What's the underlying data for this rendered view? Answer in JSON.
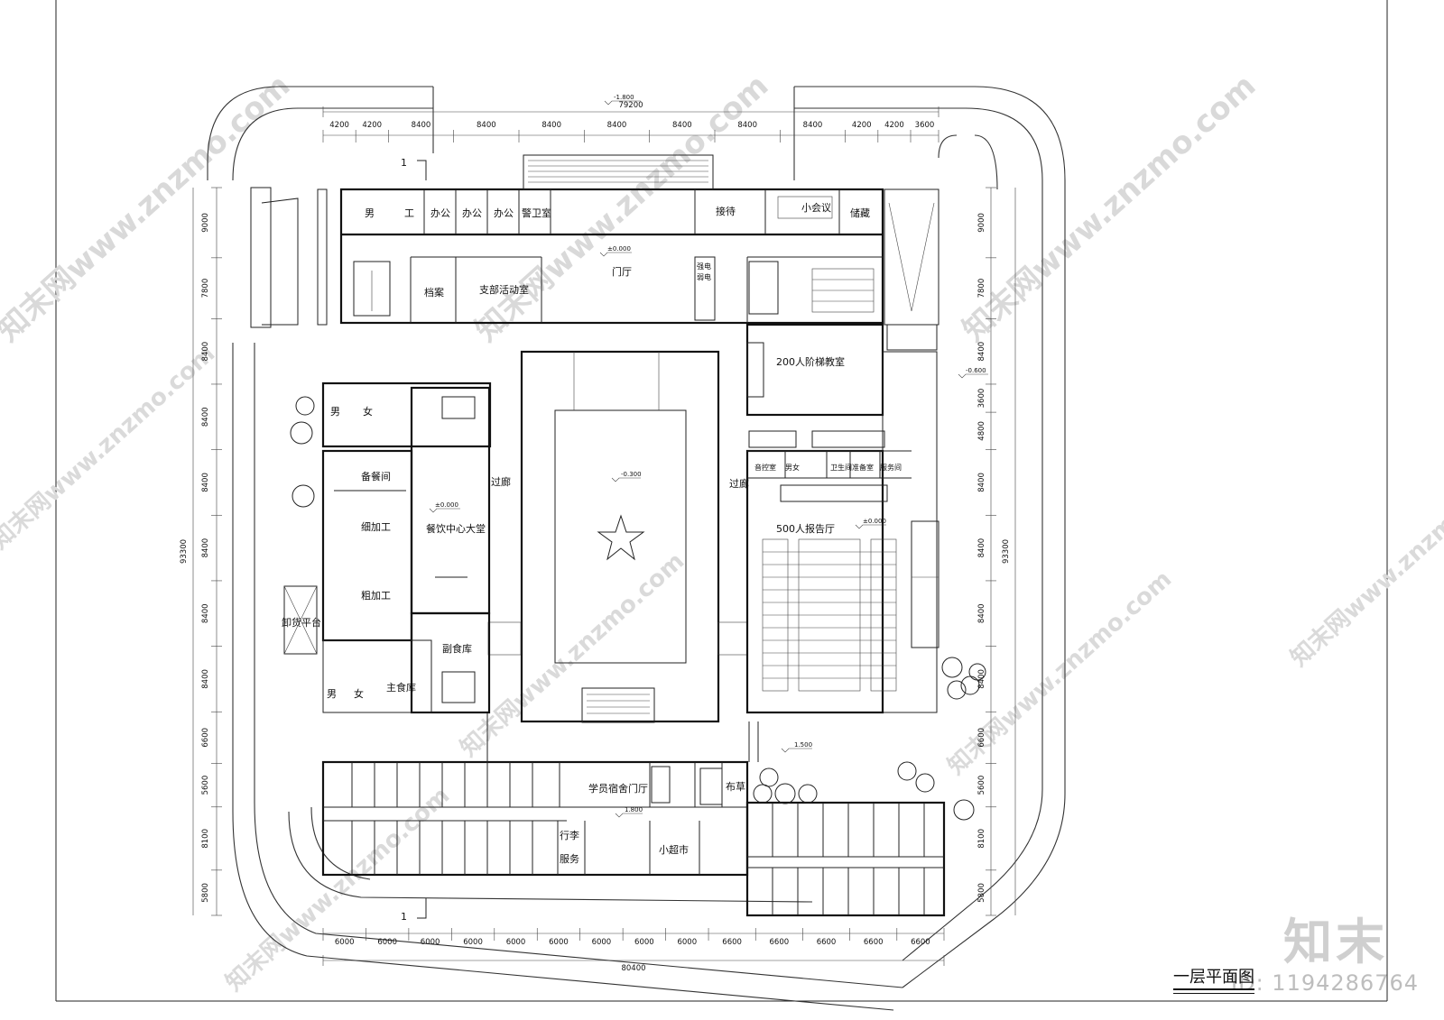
{
  "plan_title": "一层平面图",
  "brand_mark": "知末",
  "drawing_id": "ID: 1194286764",
  "watermark": "知末网www.znzmo.com",
  "rooms": {
    "toilet_top": "男",
    "staff": "工",
    "office1": "办公",
    "office2": "办公",
    "office3": "办公",
    "guard": "警卫室",
    "reception": "接待",
    "small_meeting": "小会议",
    "storage": "储藏",
    "lobby": "门厅",
    "archive": "档案",
    "party_room": "支部活动室",
    "classroom200": "200人阶梯教室",
    "corridor_left": "过廊",
    "corridor_right": "过廊",
    "prep_room": "备餐间",
    "dining_hall": "餐饮中心大堂",
    "fine_processing": "细加工",
    "rough_processing": "粗加工",
    "unloading": "卸货平台",
    "side_store": "副食库",
    "main_store": "主食库",
    "toilet_left_m": "男",
    "toilet_left_f": "女",
    "toilet_kitchen_m": "男",
    "toilet_kitchen_f": "女",
    "hall500": "500人报告厅",
    "av_room": "音控室",
    "toilet_hall": "男女",
    "sanitary": "卫生间",
    "ready_room": "准备室",
    "service_room": "服务间",
    "dorm_lobby": "学员宿舍门厅",
    "linen": "布草",
    "luggage": "行李",
    "service": "服务",
    "supermarket": "小超市",
    "elec1": "强电",
    "elec2": "弱电"
  },
  "levels": {
    "top": "-1.800",
    "lobby": "±0.000",
    "dining": "±0.000",
    "court": "-0.300",
    "right_entry": "-0.600",
    "hall500": "±0.000",
    "south": "1.500",
    "dorm": "1.800"
  },
  "dims": {
    "total_top": "79200",
    "top": [
      "4200",
      "4200",
      "8400",
      "8400",
      "8400",
      "8400",
      "8400",
      "8400",
      "8400",
      "4200",
      "4200",
      "3600"
    ],
    "total_bottom": "80400",
    "bottom": [
      "6000",
      "6000",
      "6000",
      "6000",
      "6000",
      "6000",
      "6000",
      "6000",
      "6000",
      "6600",
      "6600",
      "6600",
      "6600",
      "6600"
    ],
    "total_left": "93300",
    "left": [
      "9000",
      "7800",
      "8400",
      "8400",
      "8400",
      "8400",
      "8400",
      "8400",
      "6600",
      "5600",
      "8100",
      "5800"
    ],
    "total_right": "93300",
    "right": [
      "9000",
      "7800",
      "8400",
      "3600",
      "4800",
      "8400",
      "8400",
      "8400",
      "8400",
      "6600",
      "5600",
      "8100",
      "5800"
    ]
  },
  "section_marks": [
    "1",
    "1"
  ]
}
